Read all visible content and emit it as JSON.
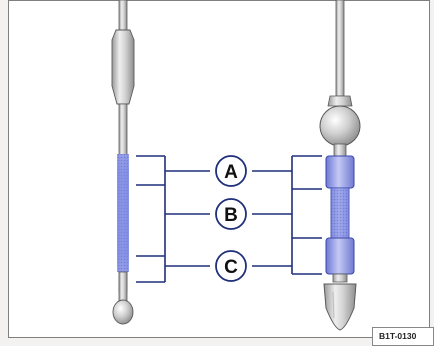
{
  "labels": {
    "a": "A",
    "b": "B",
    "c": "C"
  },
  "figure_code": "B1T-0130",
  "colors": {
    "outline": "#1f2f7a",
    "highlight": "#7f8fe6",
    "glass": "#d7d7d7",
    "background": "#ffffff"
  }
}
